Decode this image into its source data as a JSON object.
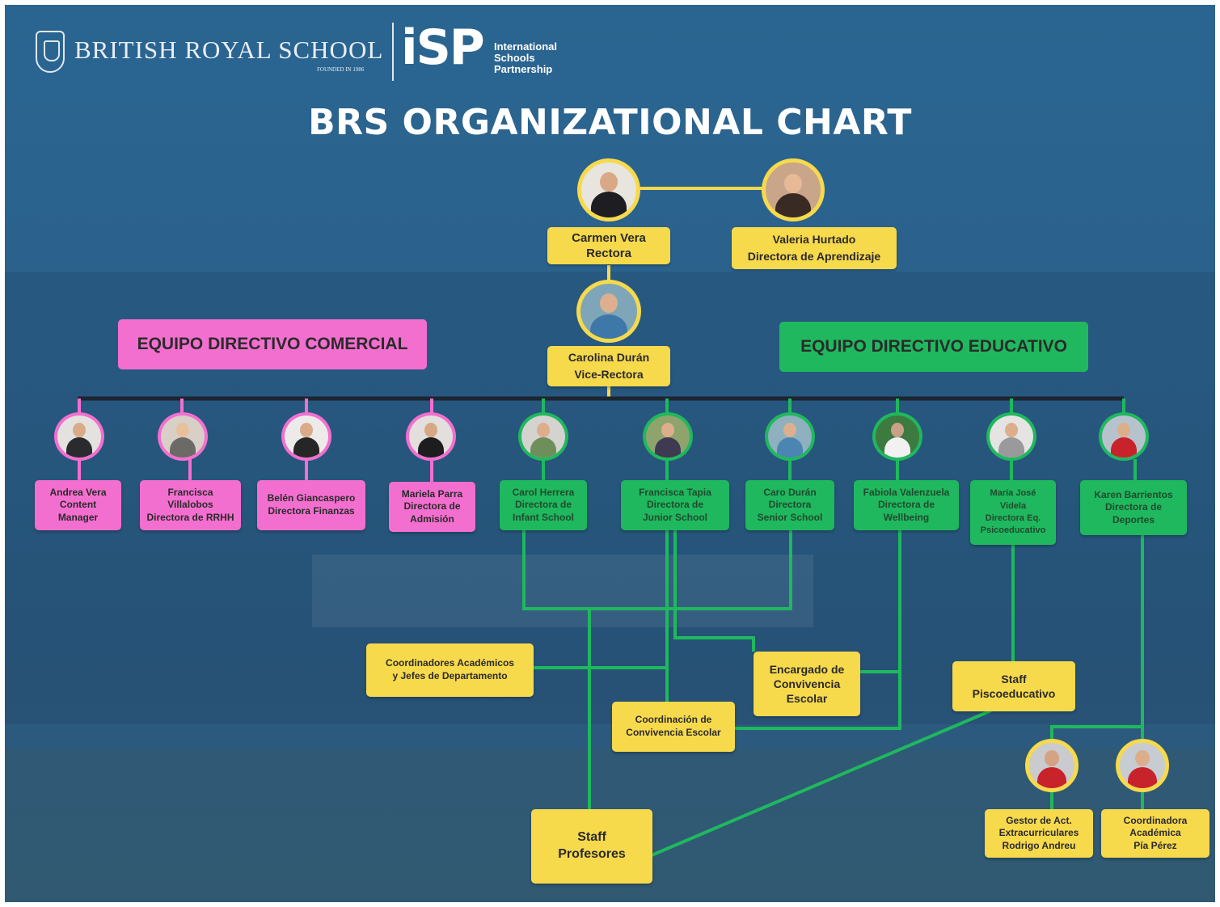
{
  "header": {
    "school_name": "BRITISH ROYAL SCHOOL",
    "school_founded": "FOUNDED IN 1986",
    "isp_mark": "iSP",
    "isp_name_line1": "International",
    "isp_name_line2": "Schools",
    "isp_name_line3": "Partnership",
    "title": "BRS ORGANIZATIONAL CHART"
  },
  "colors": {
    "yellow": "#f7d94c",
    "pink": "#f36fcf",
    "green": "#1fb85e",
    "line_yellow": "#f7d94c",
    "line_green": "#1fb85e",
    "line_pink": "#f36fcf",
    "bar_dark": "#1c2530"
  },
  "teams": {
    "commercial": "EQUIPO DIRECTIVO COMERCIAL",
    "educational": "EQUIPO DIRECTIVO EDUCATIVO"
  },
  "leaders": {
    "rectora": "Carmen Vera\nRectora",
    "aprendizaje": "Valeria Hurtado\nDirectora de Aprendizaje",
    "vicerectora": "Carolina Durán\nVice-Rectora"
  },
  "commercial_staff": [
    "Andrea Vera\nContent\nManager",
    "Francisca\nVillalobos\nDirectora de RRHH",
    "Belén Giancaspero\nDirectora Finanzas",
    "Mariela Parra\nDirectora de\nAdmisión"
  ],
  "educational_staff": [
    "Carol Herrera\nDirectora de\nInfant School",
    "Francisca Tapia\nDirectora de\nJunior School",
    "Caro Durán\nDirectora\nSenior School",
    "Fabiola Valenzuela\nDirectora de\nWellbeing",
    "María José\nVidela\nDirectora Eq.\nPsicoeducativo",
    "Karen Barrientos\nDirectora de\nDeportes"
  ],
  "lower": {
    "coordinadores": "Coordinadores Académicos\ny Jefes de Departamento",
    "encargado": "Encargado de\nConvivencia\nEscolar",
    "coord_convivencia": "Coordinación de\nConvivencia Escolar",
    "staff_psico": "Staff\nPiscoeducativo",
    "staff_profesores": "Staff\nProfesores",
    "gestor": "Gestor de Act.\nExtracurriculares\nRodrigo Andreu",
    "coord_academica": "Coordinadora\nAcadémica\nPía Pérez"
  }
}
